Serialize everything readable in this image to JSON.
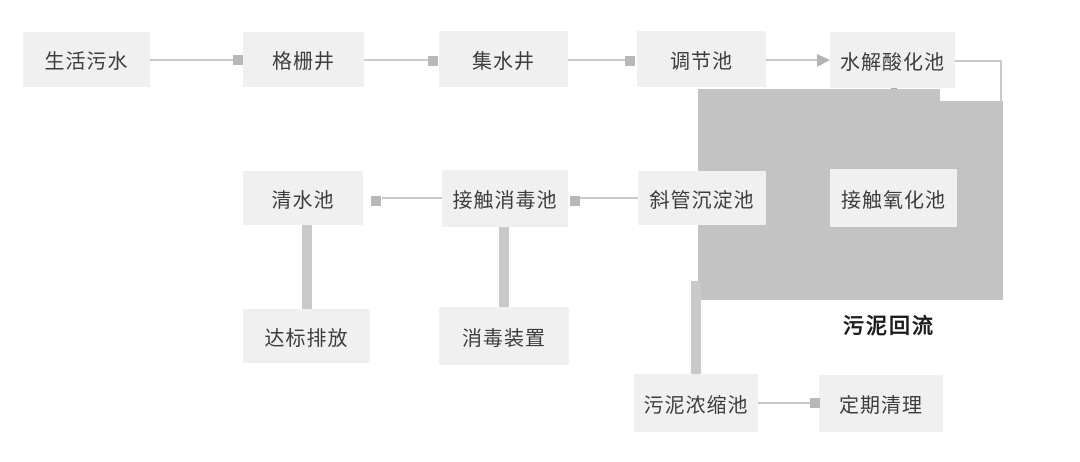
{
  "diagram": {
    "nodes": [
      {
        "id": "domestic-sewage",
        "label": "生活污水"
      },
      {
        "id": "grid-well",
        "label": "格栅井"
      },
      {
        "id": "collection-well",
        "label": "集水井"
      },
      {
        "id": "regulating-tank",
        "label": "调节池"
      },
      {
        "id": "hydrolysis-acidification-tank",
        "label": "水解酸化池"
      },
      {
        "id": "clear-water-tank",
        "label": "清水池"
      },
      {
        "id": "contact-disinfection-tank",
        "label": "接触消毒池"
      },
      {
        "id": "inclined-tube-sedimentation-tank",
        "label": "斜管沉淀池"
      },
      {
        "id": "contact-oxidation-tank",
        "label": "接触氧化池"
      },
      {
        "id": "standard-discharge",
        "label": "达标排放"
      },
      {
        "id": "disinfection-device",
        "label": "消毒装置"
      },
      {
        "id": "sludge-thickening-tank",
        "label": "污泥浓缩池"
      },
      {
        "id": "regular-cleaning",
        "label": "定期清理"
      }
    ],
    "sludge_return_label": "污泥回流",
    "edges": [
      {
        "from": "生活污水",
        "to": "格栅井",
        "arrow": "square"
      },
      {
        "from": "格栅井",
        "to": "集水井",
        "arrow": "square"
      },
      {
        "from": "集水井",
        "to": "调节池",
        "arrow": "square"
      },
      {
        "from": "调节池",
        "to": "水解酸化池",
        "arrow": "triangle"
      },
      {
        "from": "水解酸化池",
        "to": "接触氧化池",
        "arrow": "none"
      },
      {
        "from": "接触氧化池",
        "to": "斜管沉淀池",
        "arrow": "none"
      },
      {
        "from": "斜管沉淀池",
        "to": "接触消毒池",
        "arrow": "square"
      },
      {
        "from": "接触消毒池",
        "to": "清水池",
        "arrow": "square"
      },
      {
        "from": "清水池",
        "to": "达标排放",
        "arrow": "none"
      },
      {
        "from": "接触消毒池",
        "to": "消毒装置",
        "arrow": "none"
      },
      {
        "from": "接触氧化池",
        "to": "污泥浓缩池",
        "arrow": "none",
        "label": "污泥回流"
      },
      {
        "from": "污泥浓缩池",
        "to": "定期清理",
        "arrow": "square"
      }
    ],
    "colors": {
      "node_fill": "#f0f0f0",
      "node_text": "#3d3d3d",
      "connector": "#c9c9c9",
      "arrow_square": "#b8b8b8",
      "arrow_triangle": "#b3b3b3",
      "sludge_block": "#c3c3c3",
      "sludge_label_text": "#1d1d1d",
      "background": "#ffffff"
    }
  }
}
